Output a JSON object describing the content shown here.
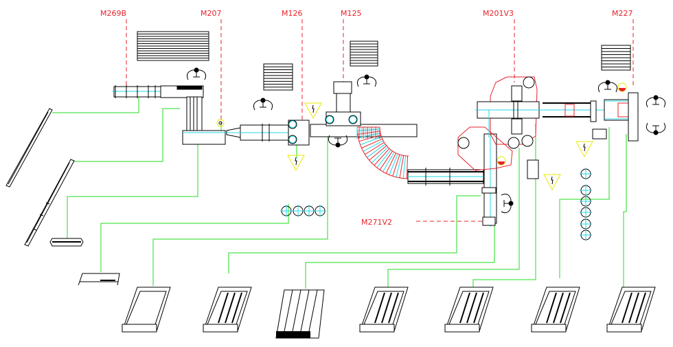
{
  "diagram": {
    "title": "",
    "colors": {
      "machine_line": "#000000",
      "axis_line": "#1fd8e6",
      "connector_line": "#1fdc1f",
      "label": "#e8212a",
      "warning": "#e8e800"
    },
    "machine_labels": [
      {
        "id": "M269B",
        "text": "M269B"
      },
      {
        "id": "M207",
        "text": "M207"
      },
      {
        "id": "M126",
        "text": "M126"
      },
      {
        "id": "M125",
        "text": "M125"
      },
      {
        "id": "M201V3",
        "text": "M201V3"
      },
      {
        "id": "M227",
        "text": "M227"
      },
      {
        "id": "M271V2",
        "text": "M271V2"
      }
    ],
    "icons": {
      "gripper": "gripper-icon",
      "warning": "high-voltage-warning-icon",
      "stack": "panel-stack-icon",
      "bin": "output-bin-icon",
      "robot_cell": "robot-cell-icon",
      "roller": "roller-icon",
      "indicator": "indicator-lamp-icon"
    },
    "bins_count": 7,
    "loose_parts_count": 4
  }
}
